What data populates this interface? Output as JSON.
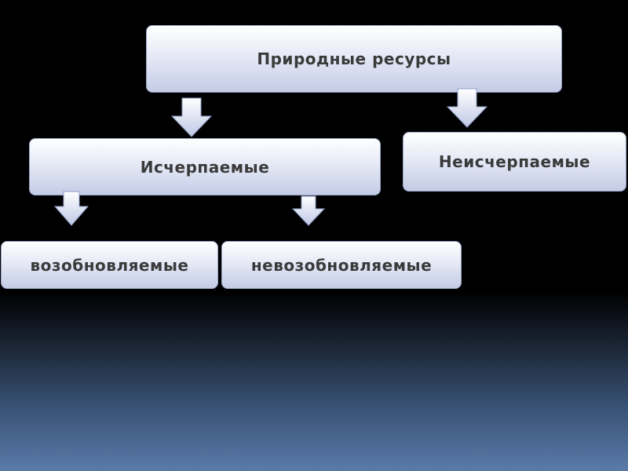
{
  "diagram": {
    "root": {
      "label": "Природные ресурсы"
    },
    "exhaustible": {
      "label": "Исчерпаемые"
    },
    "inexhaustible": {
      "label": "Неисчерпаемые"
    },
    "renewable": {
      "label": "возобновляемые"
    },
    "nonrenewable": {
      "label": "невозобновляемые"
    },
    "colors": {
      "node_top": "#ffffff",
      "node_bottom": "#c4cbe6",
      "text": "#3a3a3a",
      "background_top": "#000000",
      "background_bottom": "#5a7aa8"
    }
  }
}
